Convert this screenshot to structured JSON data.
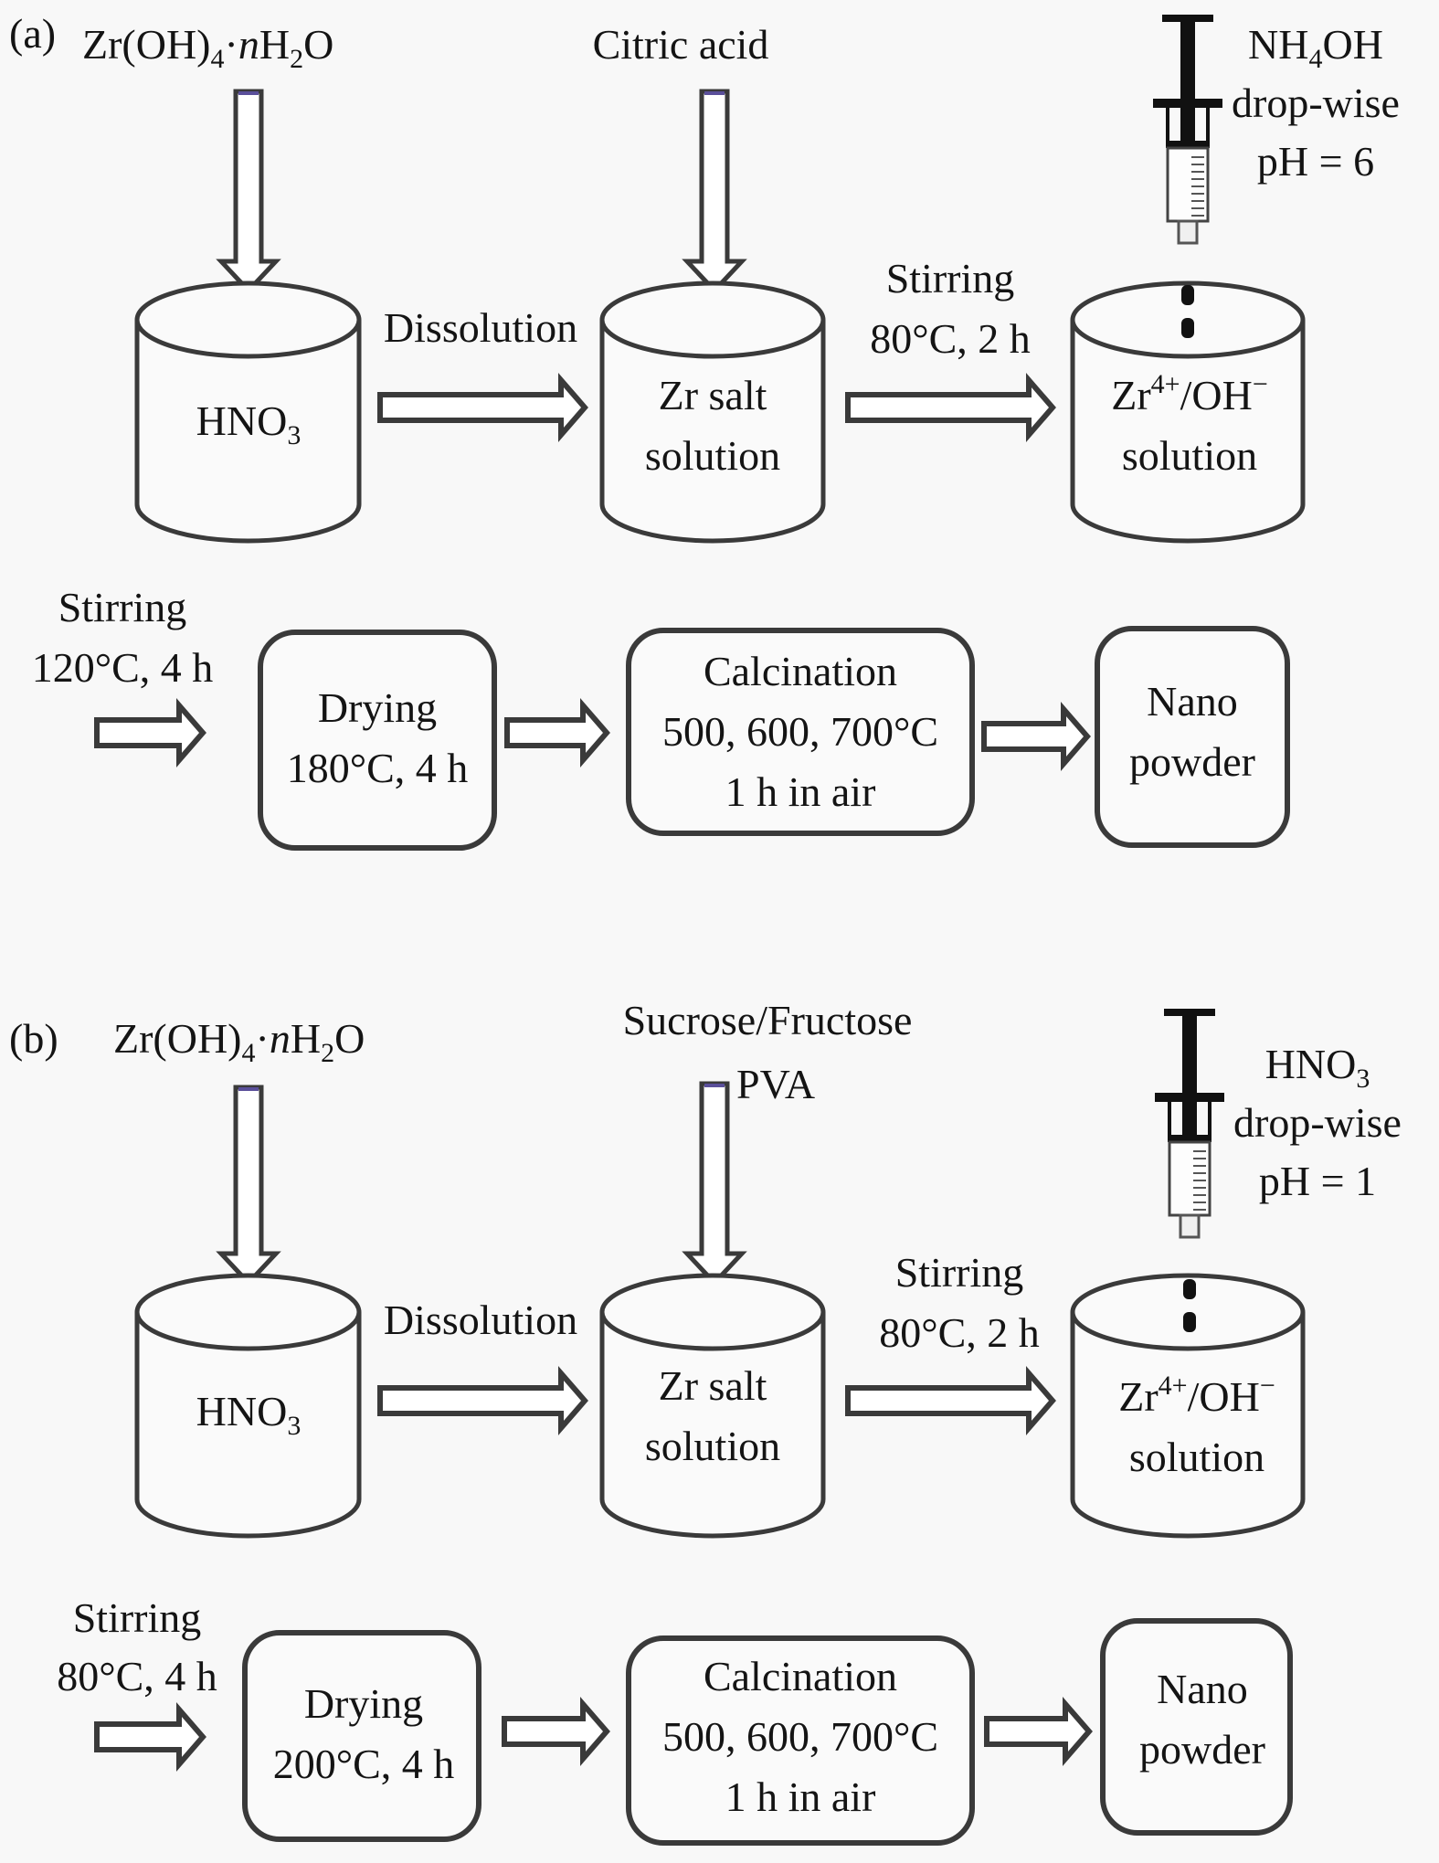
{
  "figure": {
    "panels": [
      {
        "tag": "(a)",
        "precursor": {
          "pre": "Zr(OH)",
          "sub": "4",
          "dot": "·",
          "n": "n",
          "h": "H",
          "sub2": "2",
          "o": "O"
        },
        "additive": {
          "line1": "Citric acid",
          "line2": ""
        },
        "reagent": {
          "name_pre": "NH",
          "name_sub": "4",
          "name_post": "OH",
          "line2": "drop-wise",
          "line3": "pH = 6"
        },
        "vessel1": {
          "pre": "HNO",
          "sub": "3"
        },
        "step1": "Dissolution",
        "vessel2": {
          "line1": "Zr salt",
          "line2": "solution"
        },
        "step2": {
          "line1": "Stirring",
          "line2": "80°C, 2 h"
        },
        "vessel3": {
          "zr": "Zr",
          "zr_sup": "4+",
          "slash": "/OH",
          "oh_sup": "−",
          "line2": "solution"
        },
        "step3": {
          "line1": "Stirring",
          "line2": "120°C, 4 h"
        },
        "drying": {
          "line1": "Drying",
          "line2": "180°C, 4 h"
        },
        "calcination": {
          "line1": "Calcination",
          "line2": "500, 600, 700°C",
          "line3": "1 h in air"
        },
        "product": {
          "line1": "Nano",
          "line2": "powder"
        }
      },
      {
        "tag": "(b)",
        "precursor": {
          "pre": "Zr(OH)",
          "sub": "4",
          "dot": "·",
          "n": "n",
          "h": "H",
          "sub2": "2",
          "o": "O"
        },
        "additive": {
          "line1": "Sucrose/Fructose",
          "line2": "PVA"
        },
        "reagent": {
          "name_pre": "HNO",
          "name_sub": "3",
          "name_post": "",
          "line2": "drop-wise",
          "line3": "pH = 1"
        },
        "vessel1": {
          "pre": "HNO",
          "sub": "3"
        },
        "step1": "Dissolution",
        "vessel2": {
          "line1": "Zr salt",
          "line2": "solution"
        },
        "step2": {
          "line1": "Stirring",
          "line2": "80°C, 2 h"
        },
        "vessel3": {
          "zr": "Zr",
          "zr_sup": "4+",
          "slash": "/OH",
          "oh_sup": "−",
          "line2": "solution"
        },
        "step3": {
          "line1": "Stirring",
          "line2": "80°C, 4 h"
        },
        "drying": {
          "line1": "Drying",
          "line2": "200°C, 4 h"
        },
        "calcination": {
          "line1": "Calcination",
          "line2": "500, 600, 700°C",
          "line3": "1 h in air"
        },
        "product": {
          "line1": "Nano",
          "line2": "powder"
        }
      }
    ],
    "colors": {
      "stroke": "#3a3a3a",
      "accent": "#5a4f9a",
      "background": "#f8f8f8",
      "syringe": "#111111"
    }
  }
}
